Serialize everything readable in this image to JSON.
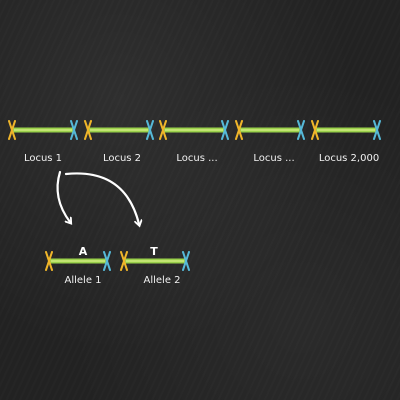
{
  "colors": {
    "background": "#222222",
    "segment": "#9ad14b",
    "segment_core": "#d9f08a",
    "marker_left": "#f0b62a",
    "marker_right": "#56b9d8",
    "arrow": "#ffffff",
    "text": "#f2f2f2"
  },
  "loci": [
    {
      "label": "Locus 1"
    },
    {
      "label": "Locus 2"
    },
    {
      "label": "Locus ..."
    },
    {
      "label": "Locus ..."
    },
    {
      "label": "Locus 2,000"
    }
  ],
  "alleles": [
    {
      "letter": "A",
      "label": "Allele 1"
    },
    {
      "letter": "T",
      "label": "Allele 2"
    }
  ]
}
